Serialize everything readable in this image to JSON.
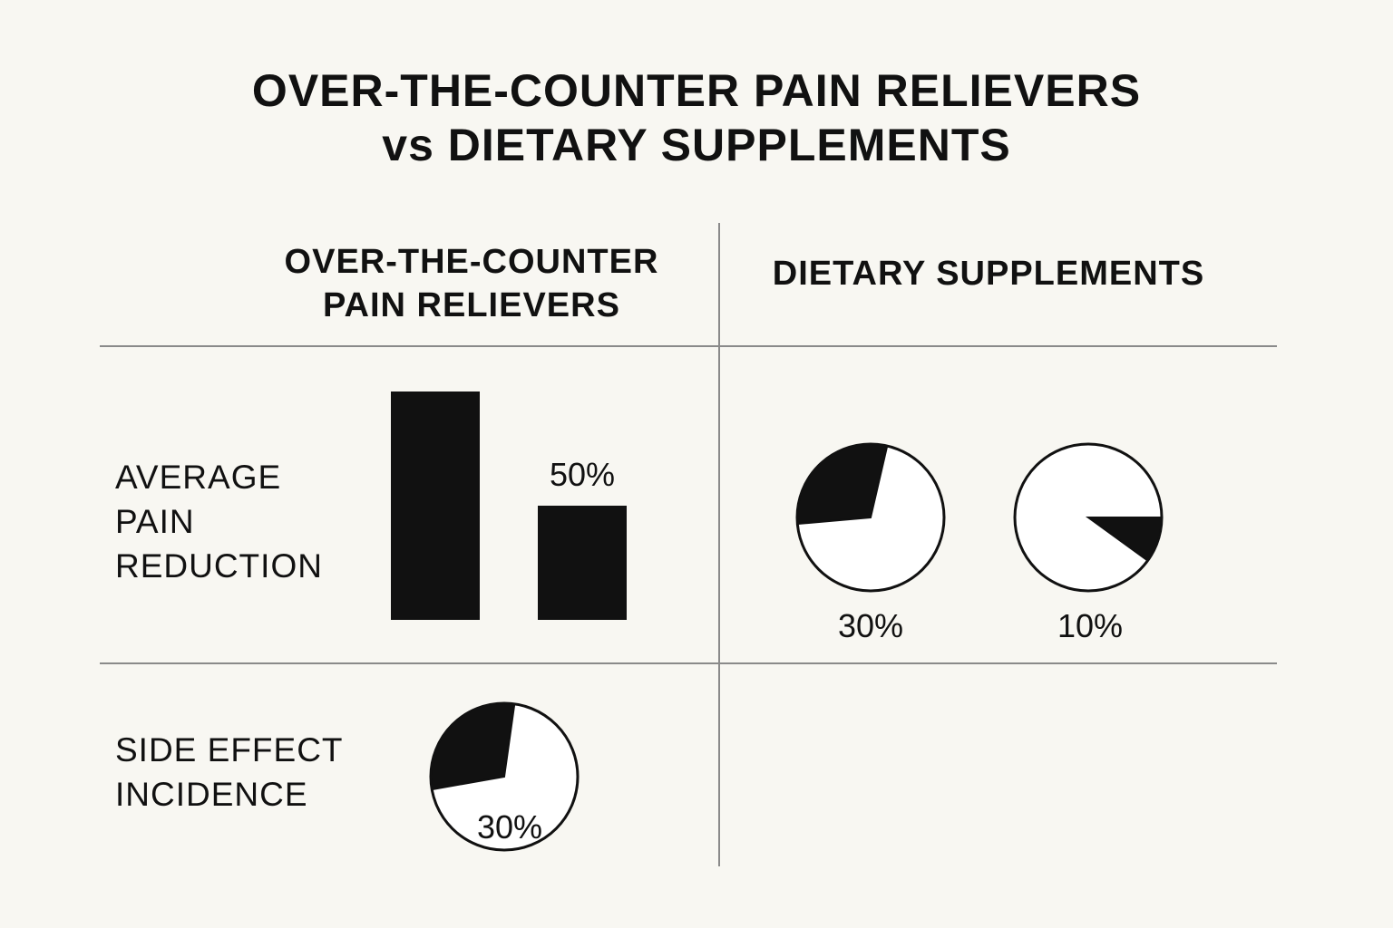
{
  "title": {
    "line1": "OVER-THE-COUNTER PAIN RELIEVERS",
    "line2": "vs DIETARY SUPPLEMENTS"
  },
  "columns": {
    "otc": {
      "line1": "OVER-THE-COUNTER",
      "line2": "PAIN RELIEVERS"
    },
    "supplements": {
      "line1": "DIETARY SUPPLEMENTS"
    }
  },
  "rows": {
    "pain": {
      "line1": "AVERAGE",
      "line2": "PAIN",
      "line3": "REDUCTION"
    },
    "side": {
      "line1": "SIDE EFFECT",
      "line2": "INCIDENCE"
    }
  },
  "colors": {
    "background": "#f8f7f2",
    "ink": "#111111",
    "divider": "#8a8a8a",
    "pie_empty": "#ffffff"
  },
  "chart_data": [
    {
      "type": "bar",
      "section": "otc-average-pain-reduction",
      "values": [
        100,
        50
      ],
      "labels": [
        "",
        "50%"
      ],
      "ylim": [
        0,
        100
      ],
      "grid": false
    },
    {
      "type": "pie",
      "section": "supplements-average-pain-reduction-1",
      "values": [
        30,
        70
      ],
      "label": "30%"
    },
    {
      "type": "pie",
      "section": "supplements-average-pain-reduction-2",
      "values": [
        10,
        90
      ],
      "label": "10%"
    },
    {
      "type": "pie",
      "section": "otc-side-effect-incidence",
      "values": [
        30,
        70
      ],
      "label": "30%"
    }
  ]
}
